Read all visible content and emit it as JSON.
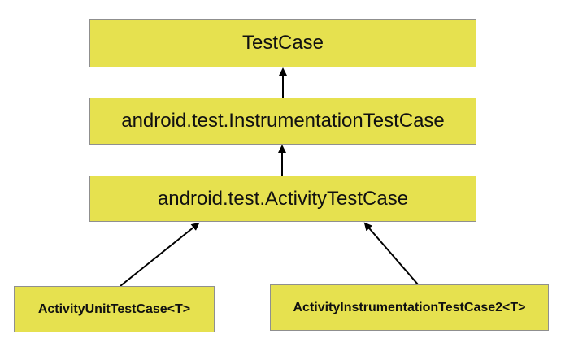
{
  "diagram": {
    "nodes": {
      "testcase": "TestCase",
      "instrumentation_test_case": "android.test.InstrumentationTestCase",
      "activity_test_case": "android.test.ActivityTestCase",
      "activity_unit_test_case": "ActivityUnitTestCase<T>",
      "activity_instrumentation_test_case2": "ActivityInstrumentationTestCase2<T>"
    },
    "edges": [
      {
        "from": "instrumentation_test_case",
        "to": "testcase"
      },
      {
        "from": "activity_test_case",
        "to": "instrumentation_test_case"
      },
      {
        "from": "activity_unit_test_case",
        "to": "activity_test_case"
      },
      {
        "from": "activity_instrumentation_test_case2",
        "to": "activity_test_case"
      }
    ],
    "colors": {
      "box_fill": "#e6e14f",
      "box_border": "#8f8f8f",
      "arrow": "#000000"
    }
  }
}
